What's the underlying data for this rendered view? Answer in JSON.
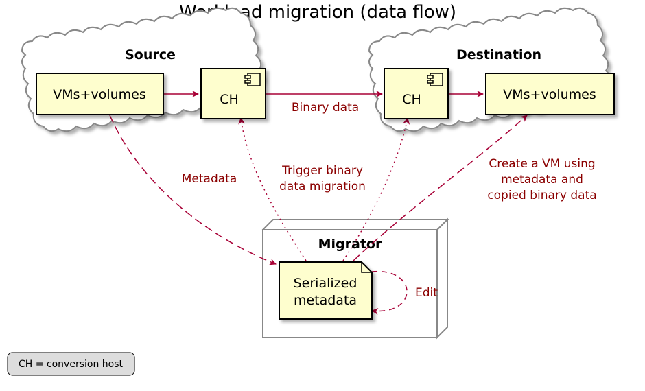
{
  "title": "Workload migration (data flow)",
  "groups": {
    "source": "Source",
    "destination": "Destination",
    "migrator": "Migrator"
  },
  "nodes": {
    "source_vms": "VMs+volumes",
    "source_ch": "CH",
    "dest_ch": "CH",
    "dest_vms": "VMs+volumes",
    "serialized_metadata": [
      "Serialized",
      "metadata"
    ]
  },
  "edges": {
    "binary_data": "Binary data",
    "metadata": "Metadata",
    "trigger": [
      "Trigger binary",
      "data migration"
    ],
    "create_vm": [
      "Create a VM using",
      "metadata and",
      "copied binary data"
    ],
    "edit": "Edit"
  },
  "legend": "CH = conversion host",
  "colors": {
    "node_fill": "#fefece",
    "edge": "#a80036",
    "edge_label": "#8b0000",
    "cloud_stroke": "#888888",
    "legend_fill": "#dddddd"
  },
  "icons": {
    "component": "component-icon",
    "cloud": "cloud-shape",
    "node3d": "node-3d-shape",
    "note": "note-shape"
  }
}
